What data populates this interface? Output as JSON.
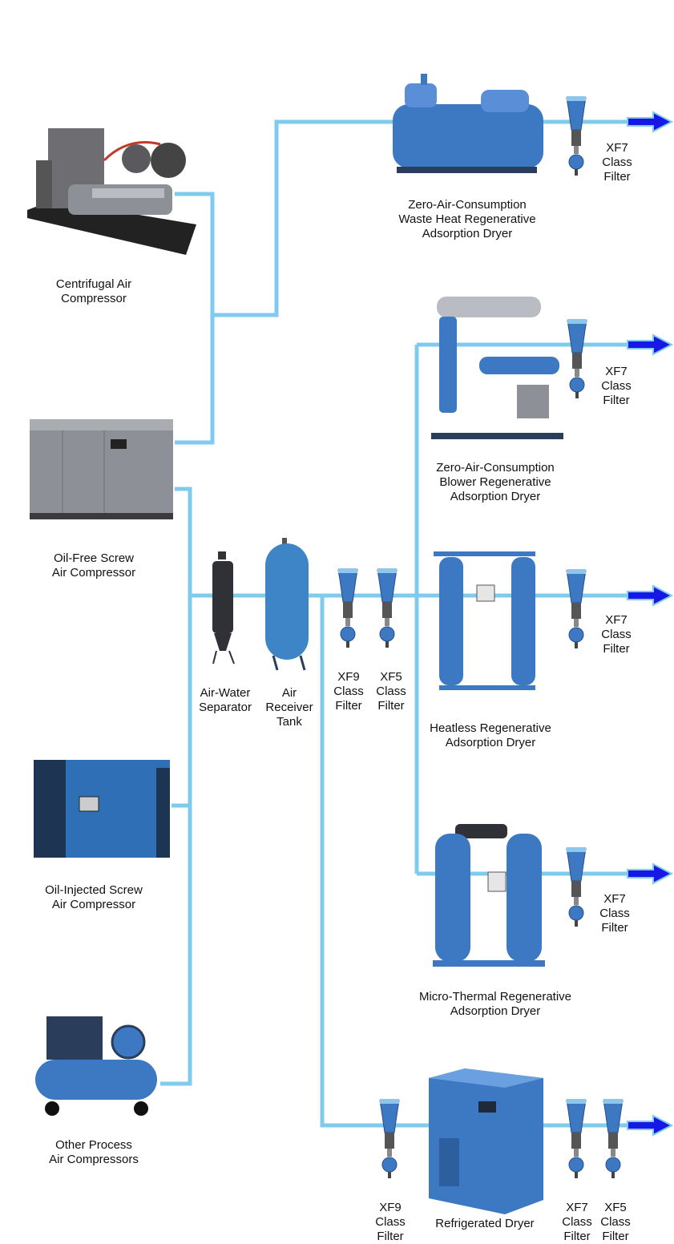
{
  "colors": {
    "pipe": "#7fcbee",
    "arrow_fill": "#1818e6",
    "arrow_stroke": "#7fcbee",
    "equipment_blue": "#3d78c2",
    "equipment_dark": "#2a3e5c",
    "equipment_gray": "#8d9096"
  },
  "compressors": {
    "centrifugal": [
      "Centrifugal Air",
      "Compressor"
    ],
    "oil_free": [
      "Oil-Free Screw",
      "Air Compressor"
    ],
    "oil_injected": [
      "Oil-Injected Screw",
      "Air Compressor"
    ],
    "other": [
      "Other Process",
      "Air Compressors"
    ]
  },
  "treatment": {
    "separator": [
      "Air-Water",
      "Separator"
    ],
    "tank": [
      "Air",
      "Receiver",
      "Tank"
    ],
    "filter_xf9": [
      "XF9",
      "Class",
      "Filter"
    ],
    "filter_xf5": [
      "XF5",
      "Class",
      "Filter"
    ]
  },
  "dryers": {
    "waste_heat": [
      "Zero-Air-Consumption",
      "Waste Heat Regenerative",
      "Adsorption Dryer"
    ],
    "blower": [
      "Zero-Air-Consumption",
      "Blower Regenerative",
      "Adsorption Dryer"
    ],
    "heatless": [
      "Heatless Regenerative",
      "Adsorption Dryer"
    ],
    "micro_thermal": [
      "Micro-Thermal Regenerative",
      "Adsorption Dryer"
    ],
    "refrigerated": [
      "Refrigerated Dryer"
    ]
  },
  "outlet_filters": {
    "xf7": [
      "XF7",
      "Class",
      "Filter"
    ],
    "xf5": [
      "XF5",
      "Class",
      "Filter"
    ],
    "xf9": [
      "XF9",
      "Class",
      "Filter"
    ]
  }
}
